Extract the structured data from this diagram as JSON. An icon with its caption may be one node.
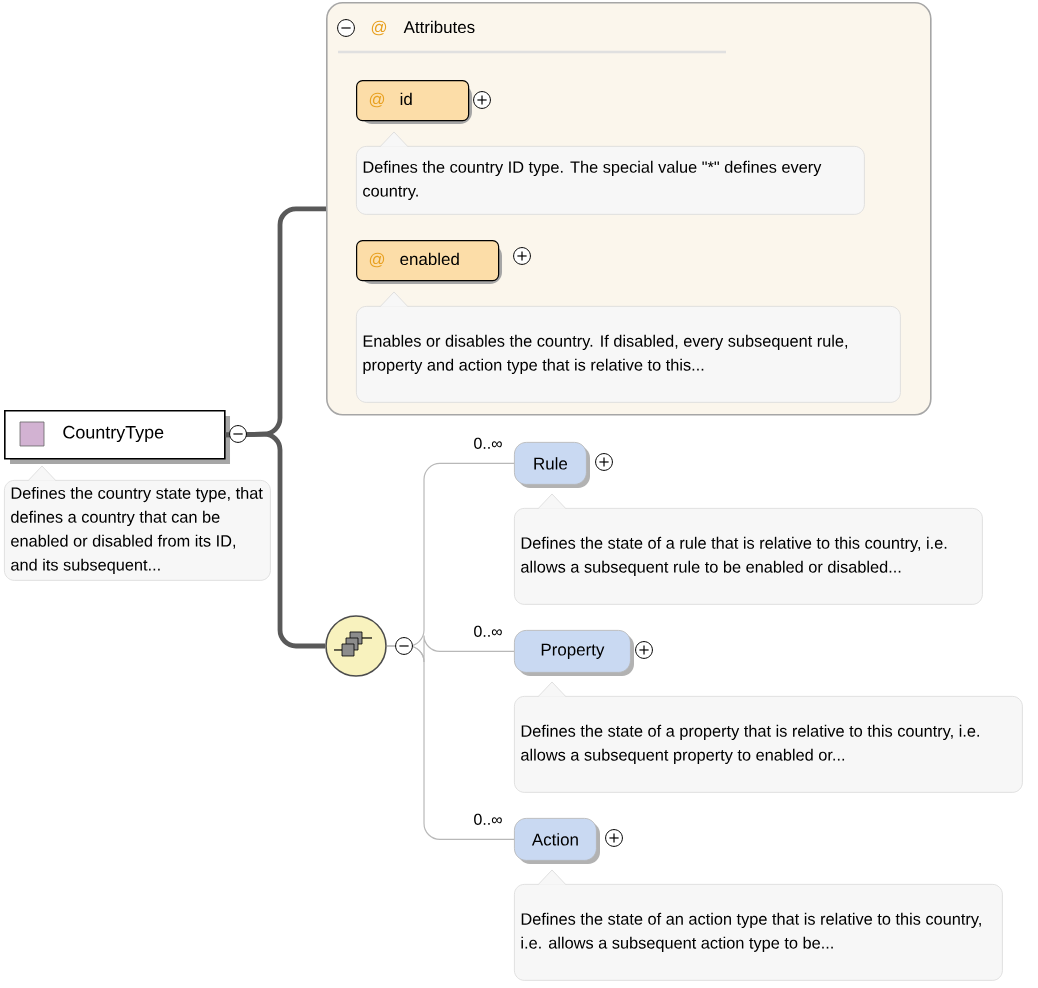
{
  "diagram": {
    "nodes": [
      {
        "text": [
          "CountryType"
        ]
      },
      {
        "text": [
          "Defines the country state type, that defines a country that can be enabled or disabled from its ID, and its subsequent..."
        ]
      },
      {
        "text": [
          "@",
          "Attributes"
        ]
      },
      {
        "text": [
          "@",
          "id"
        ],
        "in": 2
      },
      {
        "text": [
          "Defines the country ID type. The special value \"*\" defines every country."
        ],
        "in": 2
      },
      {
        "text": [
          "@",
          "enabled"
        ],
        "in": 2
      },
      {
        "text": [
          "Enables or disables the country. If disabled, every subsequent rule, property and action type that is relative to this..."
        ],
        "in": 2
      },
      {
        "text": [],
        "shape": "circle"
      },
      {
        "text": [
          "Rule"
        ]
      },
      {
        "text": [
          "Defines the state of a rule that is relative to this country, i.e. allows a subsequent rule to be enabled or disabled..."
        ]
      },
      {
        "text": [
          "Property"
        ]
      },
      {
        "text": [
          "Defines the state of a property that is relative to this country, i.e. allows a subsequent property to enabled or..."
        ]
      },
      {
        "text": [
          "Action"
        ]
      },
      {
        "text": [
          "Defines the state of an action type that is relative to this country, i.e. allows a subsequent action type to be..."
        ]
      }
    ],
    "edges": [
      {
        "from": 0,
        "to": 2,
        "arrow": "none",
        "style": "thick",
        "color": "#595959"
      },
      {
        "from": 0,
        "to": 7,
        "arrow": "none",
        "style": "thick",
        "color": "#595959"
      },
      {
        "from": 7,
        "to": 8,
        "arrow": "none",
        "label": "0..∞"
      },
      {
        "from": 7,
        "to": 10,
        "arrow": "none",
        "label": "0..∞"
      },
      {
        "from": 7,
        "to": 12,
        "arrow": "none",
        "label": "0..∞"
      }
    ]
  }
}
